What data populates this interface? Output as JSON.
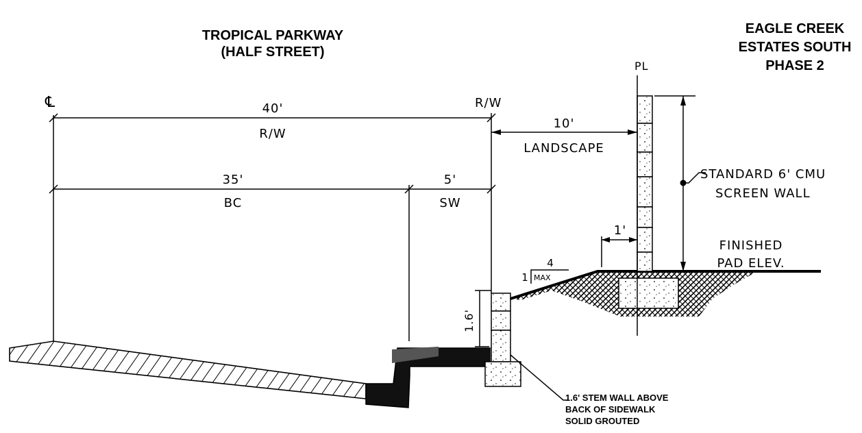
{
  "labels": {
    "street_line1": "TROPICAL PARKWAY",
    "street_line2": "(HALF STREET)",
    "sub_line1": "EAGLE CREEK",
    "sub_line2": "ESTATES SOUTH",
    "sub_line3": "PHASE 2",
    "centerline": "℄",
    "property_line": "PL",
    "rw_marker": "R/W"
  },
  "dimensions": {
    "rw_width": "40'",
    "rw_label": "R/W",
    "landscape_width": "10'",
    "landscape_label": "LANDSCAPE",
    "bc_width": "35'",
    "bc_label": "BC",
    "sw_width": "5'",
    "sw_label": "SW",
    "offset": "1'",
    "stem_height": "1.6'",
    "slope_run": "4",
    "slope_rise": "1",
    "slope_max": "MAX"
  },
  "callouts": {
    "wall_line1": "STANDARD 6' CMU",
    "wall_line2": "SCREEN WALL",
    "pad_line1": "FINISHED",
    "pad_line2": "PAD ELEV.",
    "stem_note1": "1.6' STEM WALL ABOVE",
    "stem_note2": "BACK OF SIDEWALK",
    "stem_note3": "SOLID GROUTED"
  }
}
